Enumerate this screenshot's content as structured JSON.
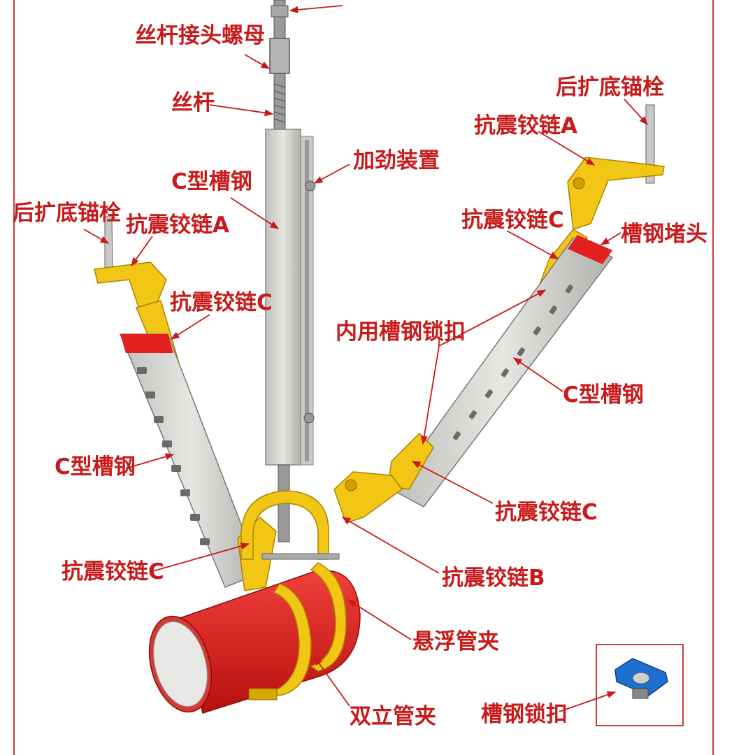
{
  "labels": {
    "rod_coupling_nut": "丝杆接头螺母",
    "threaded_rod": "丝杆",
    "stiffener": "加劲装置",
    "c_channel_center": "C型槽钢",
    "anchor_left": "后扩底锚栓",
    "hinge_a_left": "抗震铰链A",
    "hinge_c_left_top": "抗震铰链C",
    "c_channel_left": "C型槽钢",
    "hinge_c_left_bottom": "抗震铰链C",
    "anchor_right": "后扩底锚栓",
    "hinge_a_right": "抗震铰链A",
    "hinge_c_right_top": "抗震铰链C",
    "channel_end_cap": "槽钢堵头",
    "inner_channel_lock": "内用槽钢锁扣",
    "c_channel_right": "C型槽钢",
    "hinge_c_right_bottom": "抗震铰链C",
    "hinge_b": "抗震铰链B",
    "suspended_clamp": "悬浮管夹",
    "double_clamp": "双立管夹",
    "channel_lock": "槽钢锁扣"
  },
  "colors": {
    "label_text": "#c81a1a",
    "leader_line": "#c81a1a",
    "hinge_yellow": "#f2c614",
    "pipe_red": "#e0201c",
    "channel_gray": "#d9d9d6",
    "end_cap_red": "#e32020",
    "lock_blue": "#1f6fd1",
    "frame_border": "#c84040"
  }
}
